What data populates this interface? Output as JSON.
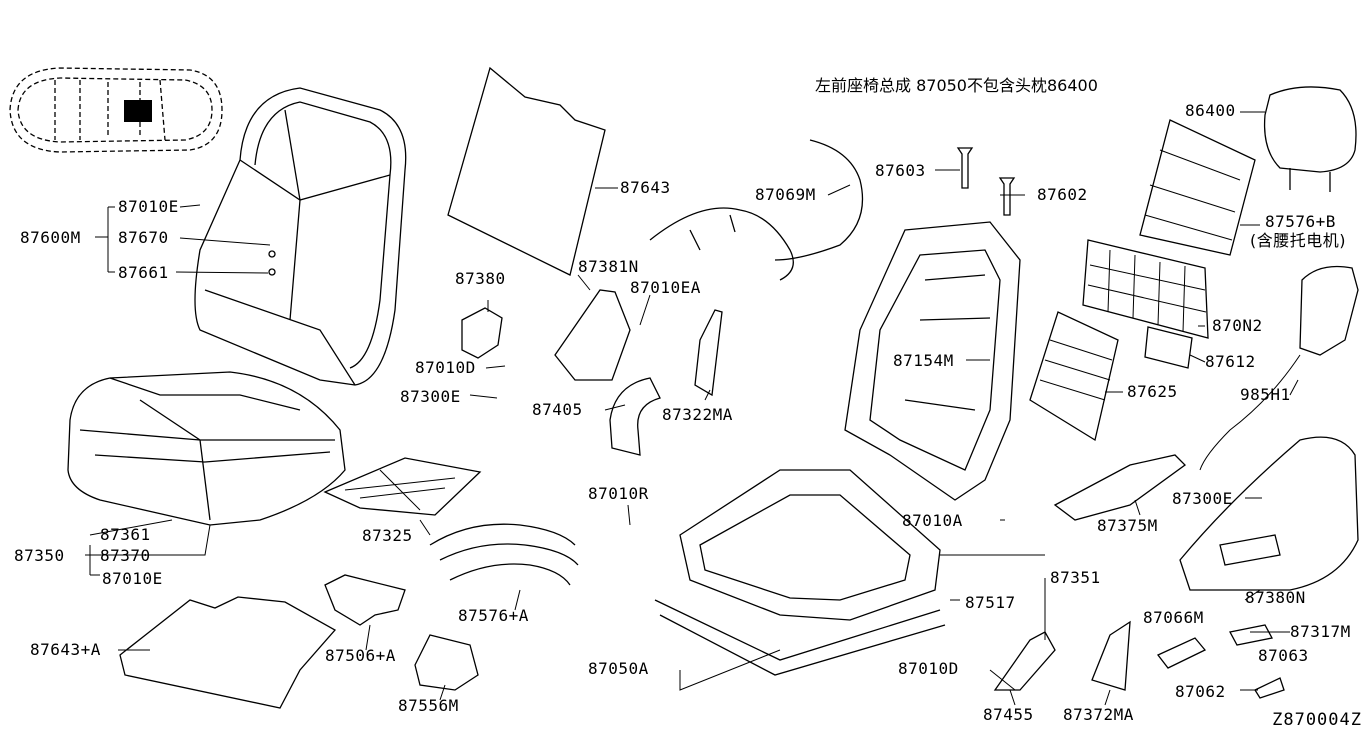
{
  "title": "左前座椅总成 87050不包含头枕86400",
  "diagram_code": "Z870004Z",
  "parts": {
    "p87010E_top": "87010E",
    "p87600M": "87600M",
    "p87670": "87670",
    "p87661": "87661",
    "p87643": "87643",
    "p87380": "87380",
    "p87010D_left": "87010D",
    "p87300E_left": "87300E",
    "p87381N": "87381N",
    "p87010EA": "87010EA",
    "p87069M": "87069M",
    "p87603": "87603",
    "p87602": "87602",
    "p86400": "86400",
    "p87576B": "87576+B",
    "p87576B_note": "(含腰托电机)",
    "p870N2": "870N2",
    "p87612": "87612",
    "p985H1": "985H1",
    "p87154M": "87154M",
    "p87625": "87625",
    "p87405": "87405",
    "p87322MA": "87322MA",
    "p87361": "87361",
    "p87350": "87350",
    "p87370": "87370",
    "p87010E_bottom": "87010E",
    "p87325": "87325",
    "p87010R": "87010R",
    "p87010A": "87010A",
    "p87375M": "87375M",
    "p87300E_right": "87300E",
    "p87351": "87351",
    "p87517": "87517",
    "p87576A": "87576+A",
    "p87643A": "87643+A",
    "p87506A": "87506+A",
    "p87556M": "87556M",
    "p87380N": "87380N",
    "p87066M": "87066M",
    "p87317M": "87317M",
    "p87063": "87063",
    "p87050A": "87050A",
    "p87010D_bottom": "87010D",
    "p87062": "87062",
    "p87455": "87455",
    "p87372MA": "87372MA"
  }
}
